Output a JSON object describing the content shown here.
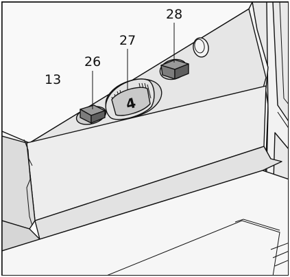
{
  "callouts": {
    "housing": "13",
    "left_button": "26",
    "dial": "27",
    "right_button": "28"
  },
  "dial_setting": "4",
  "colors": {
    "outline": "#111111",
    "light_panel": "#f4f4f4",
    "mid_panel": "#e9e9e9",
    "dark_panel": "#d6d6d6",
    "button_top": "#999999",
    "button_side": "#5f5f5f",
    "button_front": "#7d7d7d"
  }
}
